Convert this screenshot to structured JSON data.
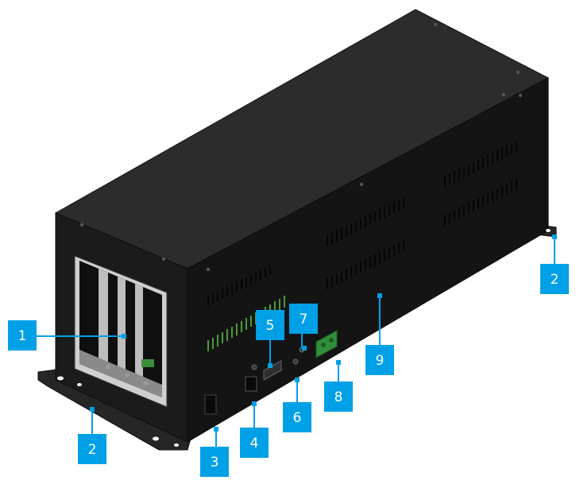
{
  "diagram": {
    "callouts": [
      {
        "id": "c1",
        "label": "1"
      },
      {
        "id": "c2a",
        "label": "2"
      },
      {
        "id": "c2b",
        "label": "2"
      },
      {
        "id": "c3",
        "label": "3"
      },
      {
        "id": "c4",
        "label": "4"
      },
      {
        "id": "c5",
        "label": "5"
      },
      {
        "id": "c6",
        "label": "6"
      },
      {
        "id": "c7",
        "label": "7"
      },
      {
        "id": "c8",
        "label": "8"
      },
      {
        "id": "c9",
        "label": "9"
      }
    ]
  },
  "colors": {
    "callout_fill": "#00a0e6",
    "chassis_top": "#2b2b2b",
    "chassis_front": "#1c1c1c",
    "chassis_side": "#151515",
    "flange": "#242424",
    "vent_green": "#4a9a3a",
    "terminal_green": "#2f8f3a",
    "slot_gray": "#a8a8a8"
  }
}
